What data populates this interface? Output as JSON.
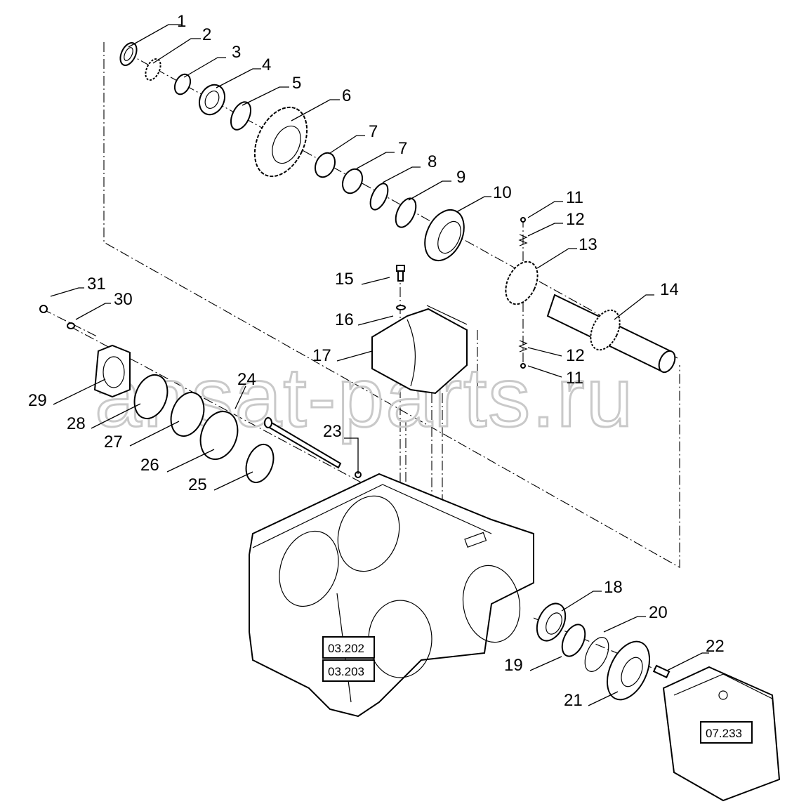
{
  "watermark": "ansat-parts.ru",
  "callouts": [
    "1",
    "2",
    "3",
    "4",
    "5",
    "6",
    "7",
    "7",
    "8",
    "9",
    "10",
    "11",
    "12",
    "13",
    "14",
    "15",
    "16",
    "17",
    "12",
    "11",
    "24",
    "23",
    "31",
    "30",
    "29",
    "28",
    "27",
    "26",
    "25",
    "18",
    "20",
    "19",
    "21",
    "22"
  ],
  "references": [
    "03.202",
    "03.203",
    "07.233"
  ]
}
